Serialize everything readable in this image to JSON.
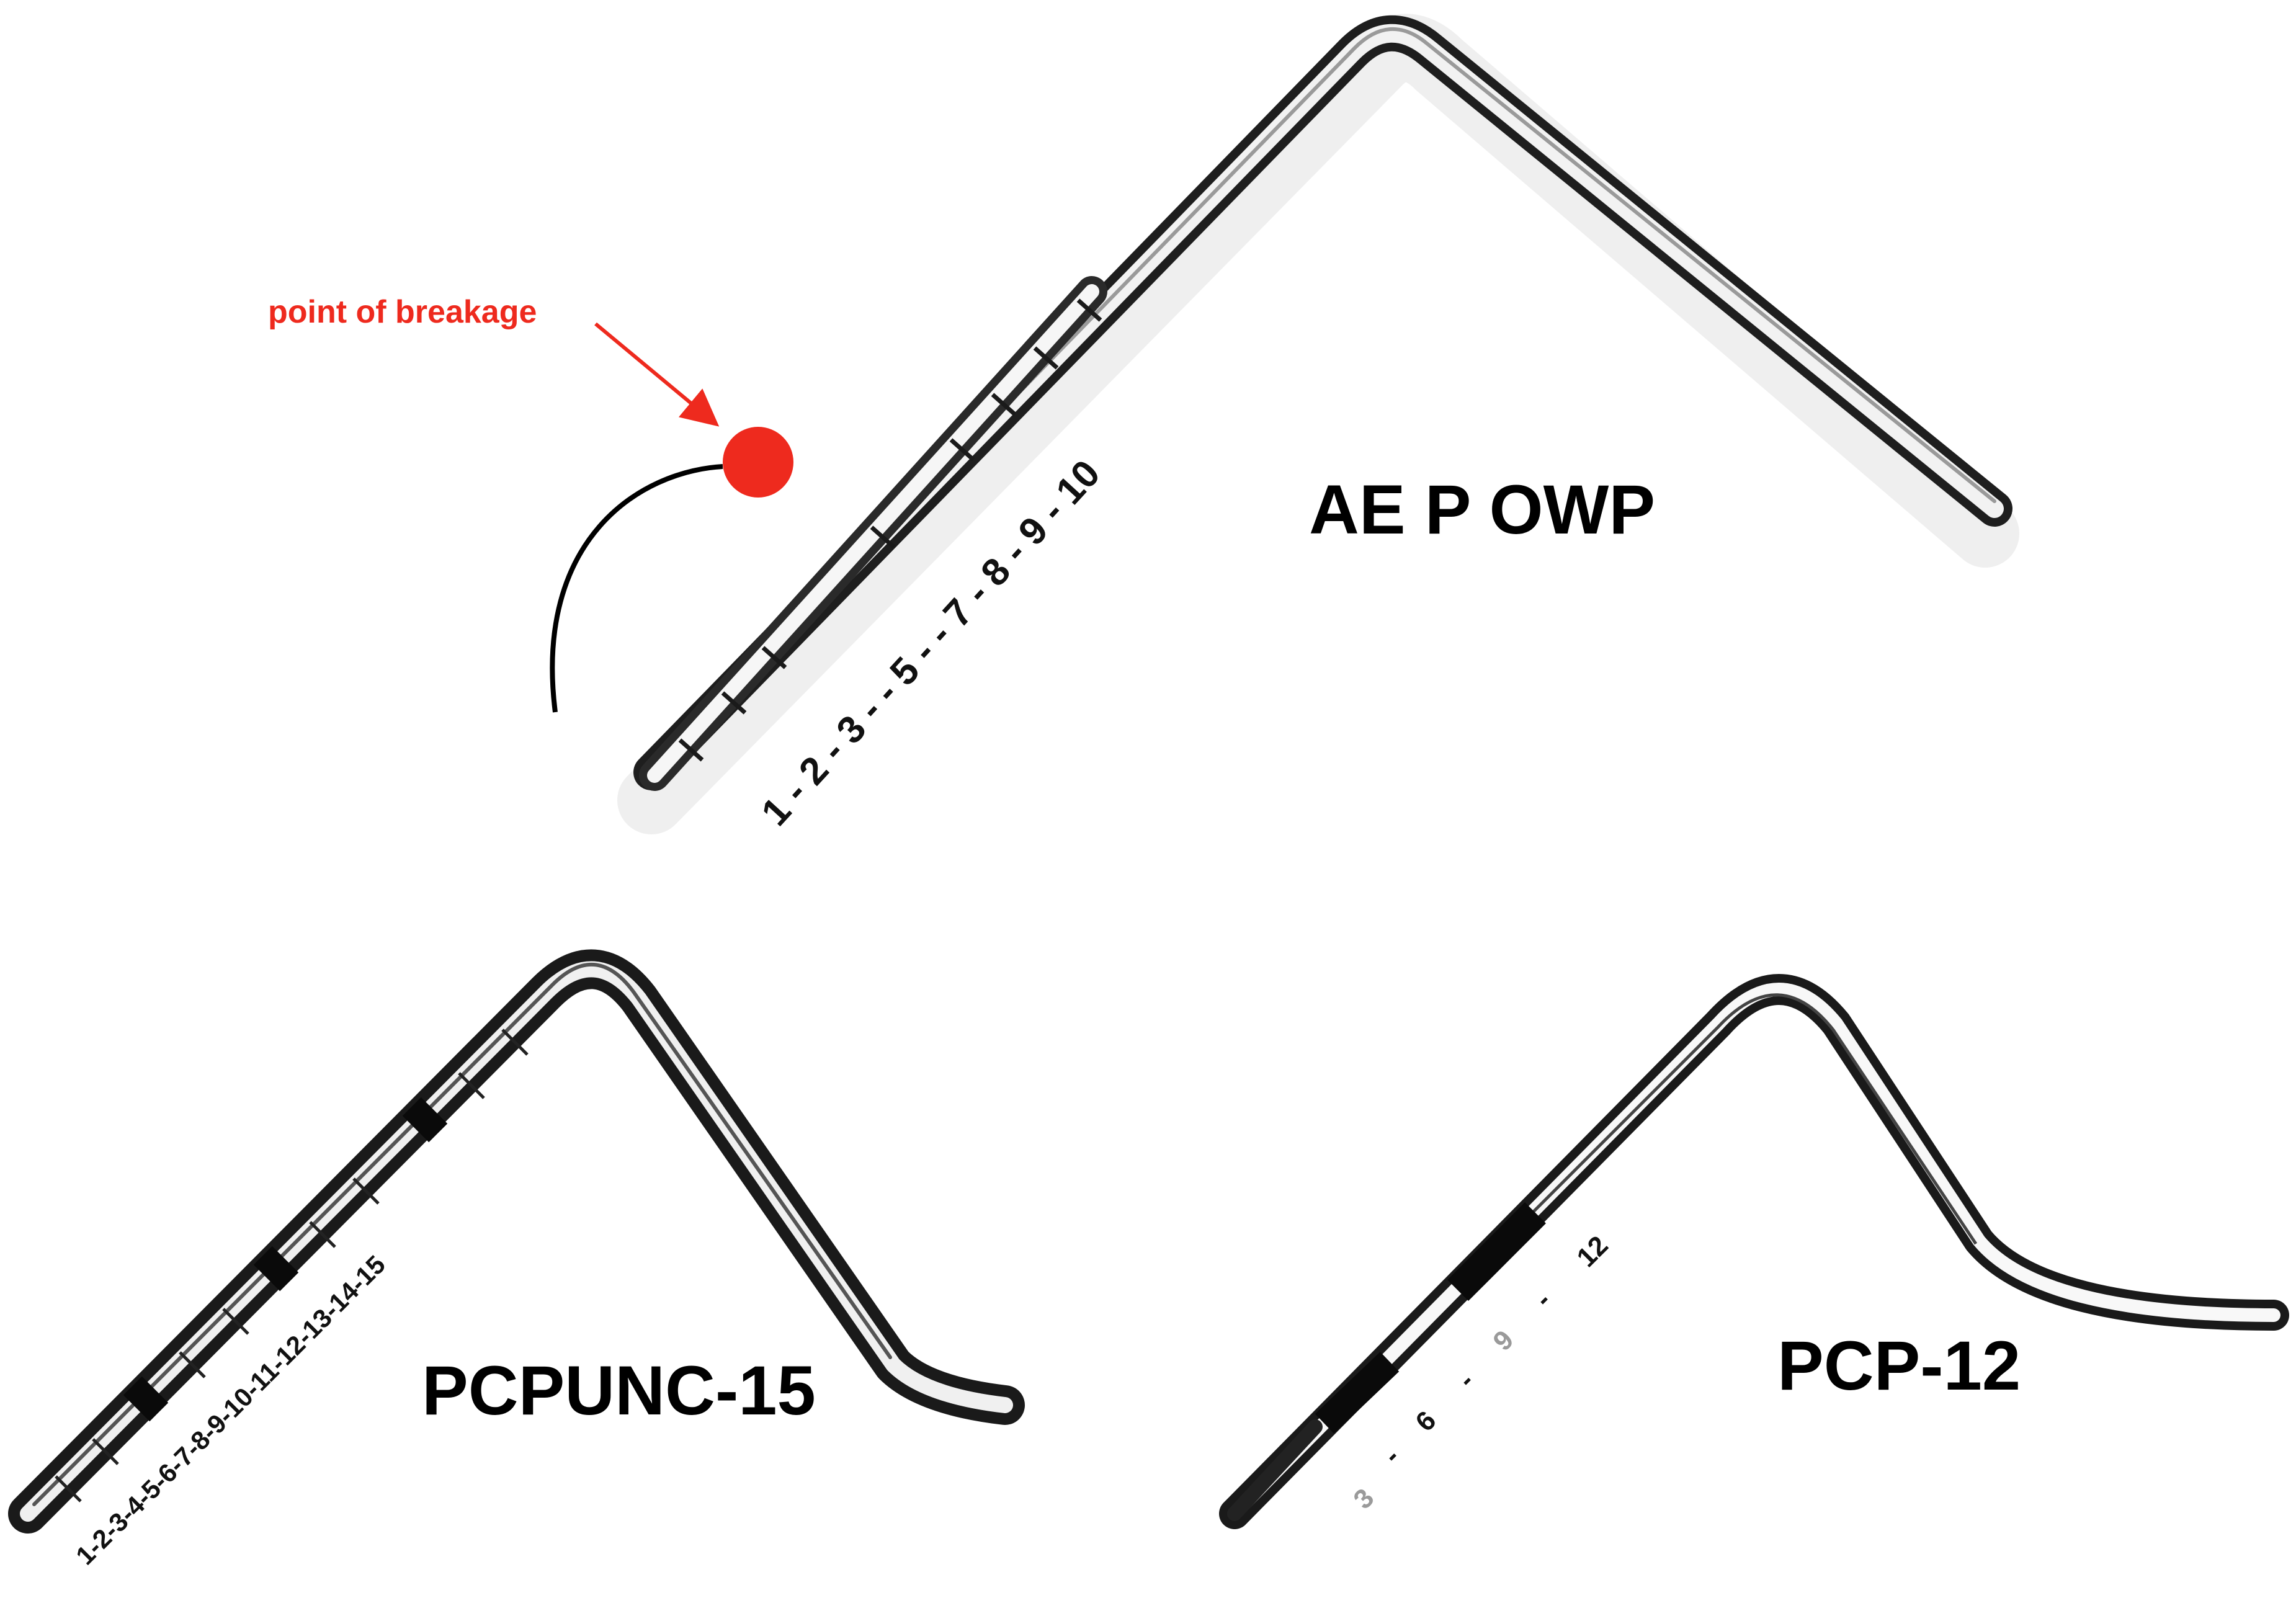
{
  "probes": {
    "ae_p_owp": {
      "name": "AE P OWP",
      "scale": "1 - 2 - 3 - - 5 - - 7 - 8 - 9 - 10"
    },
    "pcpunc_15": {
      "name": "PCPUNC-15",
      "scale": "1-2-3-4-5-6-7-8-9-10-11-12-13-14-15"
    },
    "pcp_12": {
      "name": "PCP-12",
      "scale": {
        "v3": "3",
        "d1": "-",
        "v6": "6",
        "d2": "-",
        "v9": "9",
        "d3": "-",
        "v12": "12"
      }
    }
  },
  "annotation": {
    "text": "point of breakage",
    "color": "#ee2a1e"
  },
  "colors": {
    "steel_dark": "#2a2a2a",
    "steel_light": "#f4f4f4",
    "band_black": "#0a0a0a",
    "grey_text": "#9a9a9a"
  }
}
